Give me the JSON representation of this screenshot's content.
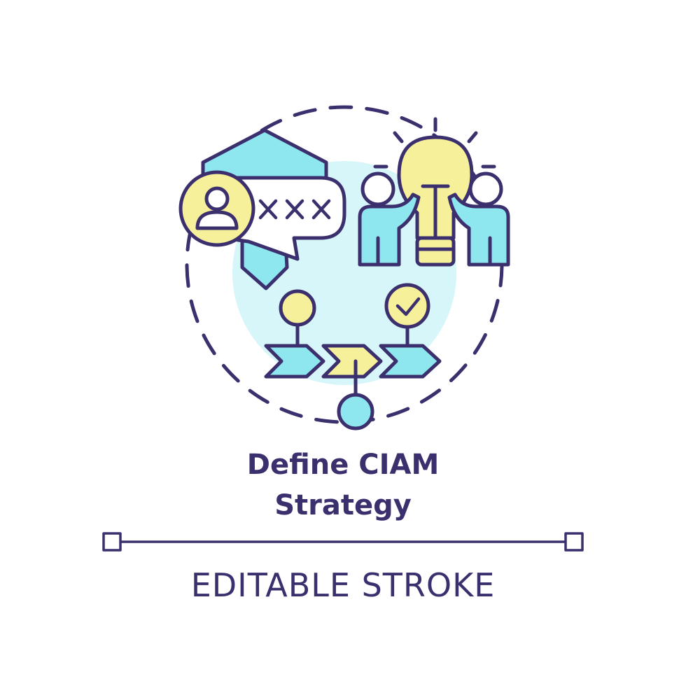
{
  "title": {
    "line1": "Define CIAM",
    "line2": "Strategy"
  },
  "footer": {
    "label": "EDITABLE STROKE"
  },
  "icons": {
    "profile_bubble": "user-id-speech-bubble-icon",
    "password_mask": "password-xxx-icon",
    "idea_team": "team-lightbulb-icon",
    "workflow": "process-arrows-icon",
    "check": "checkmark-icon"
  },
  "palette": {
    "outline": "#3b2f6e",
    "cyan": "#8ee6ee",
    "light_cyan": "#d6f6f9",
    "yellow": "#f6f09a",
    "background": "#ffffff"
  }
}
